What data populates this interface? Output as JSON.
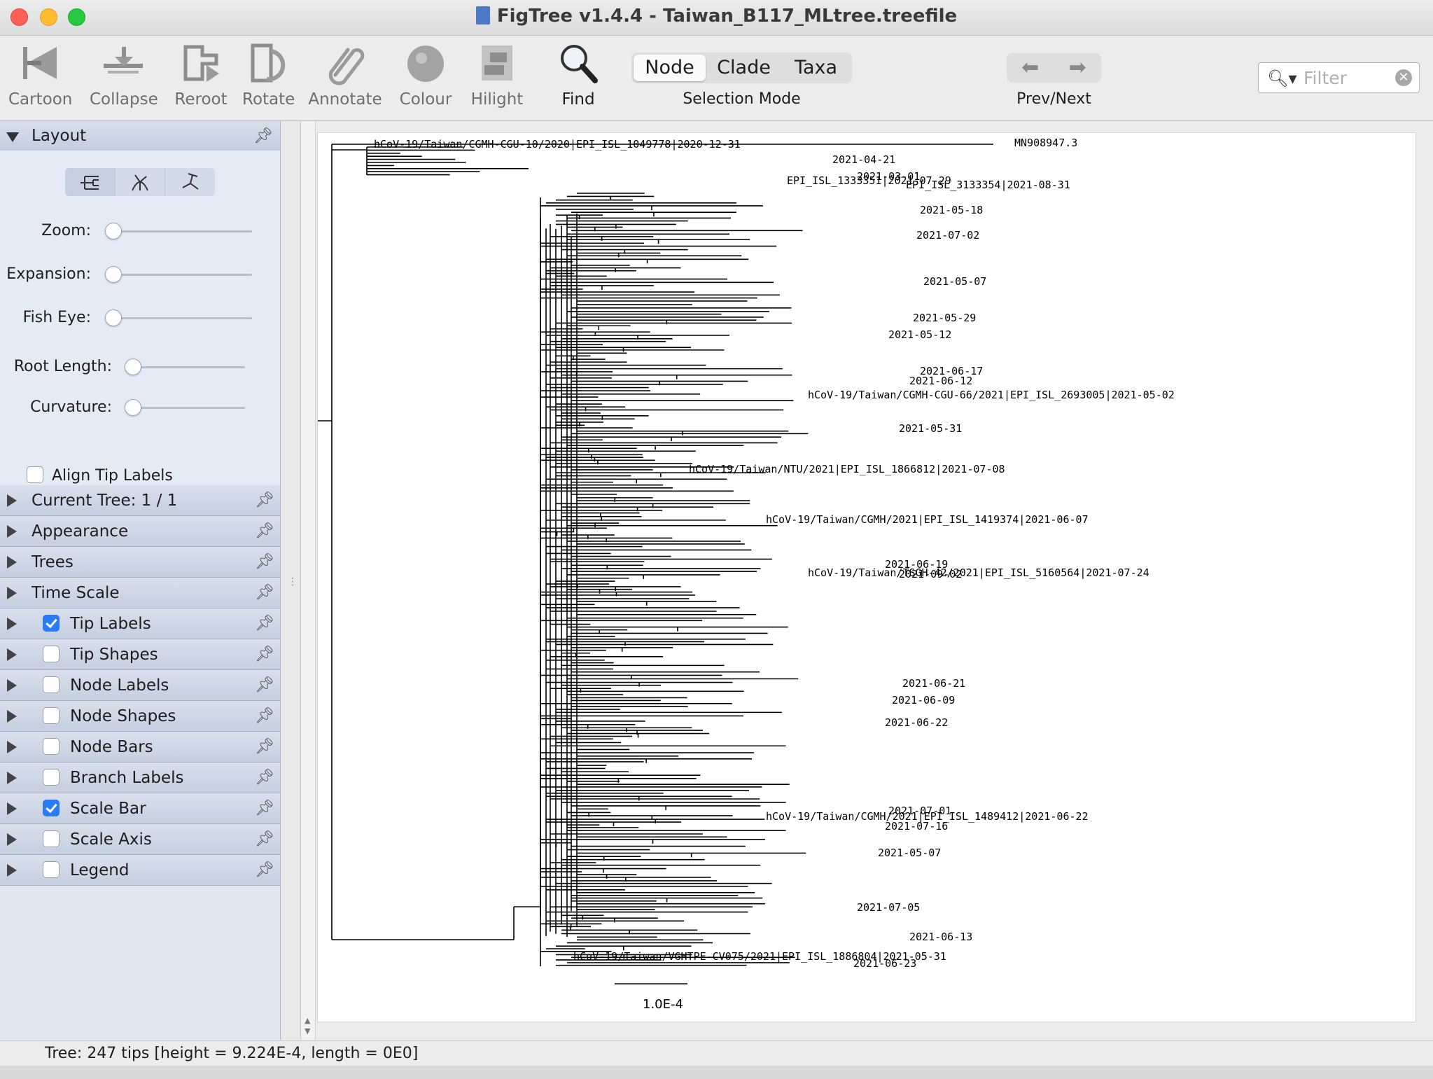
{
  "window": {
    "title": "FigTree v1.4.4 - Taiwan_B117_MLtree.treefile"
  },
  "toolbar": {
    "tools": [
      {
        "label": "Cartoon",
        "icon": "cartoon-icon"
      },
      {
        "label": "Collapse",
        "icon": "collapse-icon"
      },
      {
        "label": "Reroot",
        "icon": "reroot-icon"
      },
      {
        "label": "Rotate",
        "icon": "rotate-icon"
      },
      {
        "label": "Annotate",
        "icon": "paperclip-icon"
      },
      {
        "label": "Colour",
        "icon": "colour-circle-icon"
      },
      {
        "label": "Hilight",
        "icon": "hilight-icon"
      },
      {
        "label": "Find",
        "icon": "magnifier-icon"
      }
    ],
    "selection_mode": {
      "options": [
        "Node",
        "Clade",
        "Taxa"
      ],
      "selected": "Node",
      "caption": "Selection Mode"
    },
    "prev_next": {
      "prev": "⬅",
      "next": "➡",
      "caption": "Prev/Next"
    },
    "filter": {
      "placeholder": "Filter"
    }
  },
  "panel": {
    "layout": {
      "title": "Layout",
      "sliders": [
        {
          "label": "Zoom:",
          "value": 0
        },
        {
          "label": "Expansion:",
          "value": 0
        },
        {
          "label": "Fish Eye:",
          "value": 0
        },
        {
          "label": "Root Length:",
          "value": 0
        },
        {
          "label": "Curvature:",
          "value": 0
        }
      ],
      "align_tip_labels": {
        "label": "Align Tip Labels",
        "checked": false
      }
    },
    "sections": [
      {
        "label": "Current Tree: 1 / 1",
        "checkbox": null
      },
      {
        "label": "Appearance",
        "checkbox": null
      },
      {
        "label": "Trees",
        "checkbox": null
      },
      {
        "label": "Time Scale",
        "checkbox": null
      },
      {
        "label": "Tip Labels",
        "checkbox": true
      },
      {
        "label": "Tip Shapes",
        "checkbox": false
      },
      {
        "label": "Node Labels",
        "checkbox": false
      },
      {
        "label": "Node Shapes",
        "checkbox": false
      },
      {
        "label": "Node Bars",
        "checkbox": false
      },
      {
        "label": "Branch Labels",
        "checkbox": false
      },
      {
        "label": "Scale Bar",
        "checkbox": true
      },
      {
        "label": "Scale Axis",
        "checkbox": false
      },
      {
        "label": "Legend",
        "checkbox": false
      }
    ]
  },
  "tree": {
    "outgroup_label": "MN908947.3",
    "scale_bar_label": "1.0E-4",
    "readable_labels": [
      "hCoV-19/Taiwan/CGMH-CGU-10/2020|EPI_ISL_1049778|2020-12-31",
      "EPI_ISL_1333351|2021-07-29",
      "EPI_ISL_3133354|2021-08-31",
      "hCoV-19/Taiwan/CGMH-CGU-66/2021|EPI_ISL_2693005|2021-05-02",
      "hCoV-19/Taiwan/NTU/2021|EPI_ISL_1866812|2021-07-08",
      "hCoV-19/Taiwan/CGMH/2021|EPI_ISL_1419374|2021-06-07",
      "hCoV-19/Taiwan/TSGH-42/2021|EPI_ISL_5160564|2021-07-24",
      "hCoV-19/Taiwan/CGMH/2021|EPI_ISL_1489412|2021-06-22",
      "hCoV-19/Taiwan/VGHTPE-CV075/2021|EPI_ISL_1886804|2021-05-31"
    ],
    "tip_dates": [
      "2021-04-21",
      "2021-03-01",
      "2021-05-18",
      "2021-07-02",
      "2021-05-07",
      "2021-05-29",
      "2021-05-12",
      "2021-06-17",
      "2021-06-12",
      "2021-05-31",
      "2021-06-19",
      "2021-09-02",
      "2021-06-21",
      "2021-06-09",
      "2021-06-22",
      "2021-07-01",
      "2021-07-16",
      "2021-07-05",
      "2021-06-23",
      "2021-06-13",
      "2021-05-07"
    ]
  },
  "status": {
    "text": "Tree: 247 tips [height = 9.224E-4, length = 0E0]"
  }
}
